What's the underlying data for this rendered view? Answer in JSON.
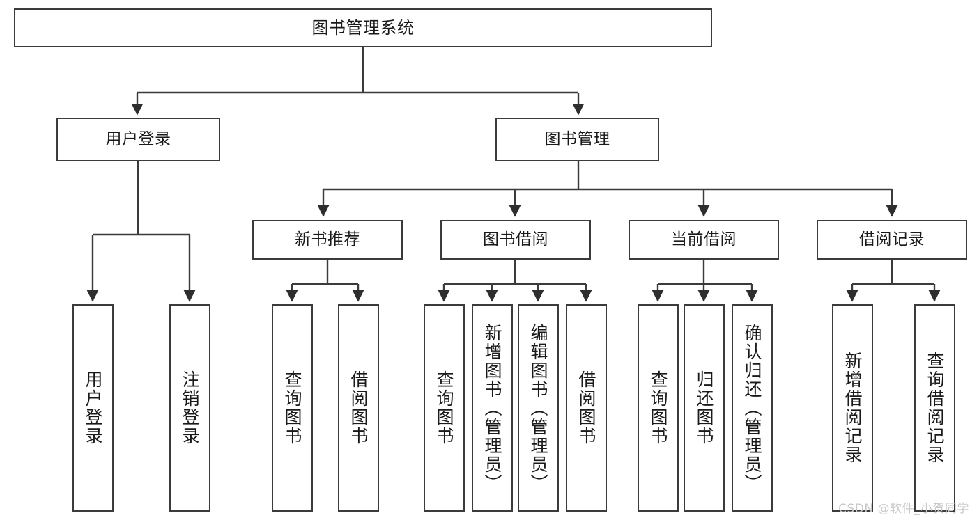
{
  "diagram": {
    "title": "图书管理系统",
    "watermark": "CSDN @软件_小贺同学",
    "colors": {
      "stroke": "#3b3b3b",
      "fill": "#ffffff",
      "text": "#1a1a1a",
      "watermark": "#c9c9c9"
    },
    "nodes": {
      "root": {
        "label": "图书管理系统"
      },
      "level2": [
        {
          "label": "用户登录"
        },
        {
          "label": "图书管理"
        }
      ],
      "level3": [
        {
          "label": "新书推荐"
        },
        {
          "label": "图书借阅"
        },
        {
          "label": "当前借阅"
        },
        {
          "label": "借阅记录"
        }
      ],
      "leaves": {
        "user_login": [
          {
            "label": "用户登录"
          },
          {
            "label": "注销登录"
          }
        ],
        "new_book": [
          {
            "label": "查询图书"
          },
          {
            "label": "借阅图书"
          }
        ],
        "book_borrow": [
          {
            "label": "查询图书"
          },
          {
            "label": "新增图书（管理员）"
          },
          {
            "label": "编辑图书（管理员）"
          },
          {
            "label": "借阅图书"
          }
        ],
        "current_borrow": [
          {
            "label": "查询图书"
          },
          {
            "label": "归还图书"
          },
          {
            "label": "确认归还（管理员）"
          }
        ],
        "borrow_record": [
          {
            "label": "新增借阅记录"
          },
          {
            "label": "查询借阅记录"
          }
        ]
      }
    }
  }
}
